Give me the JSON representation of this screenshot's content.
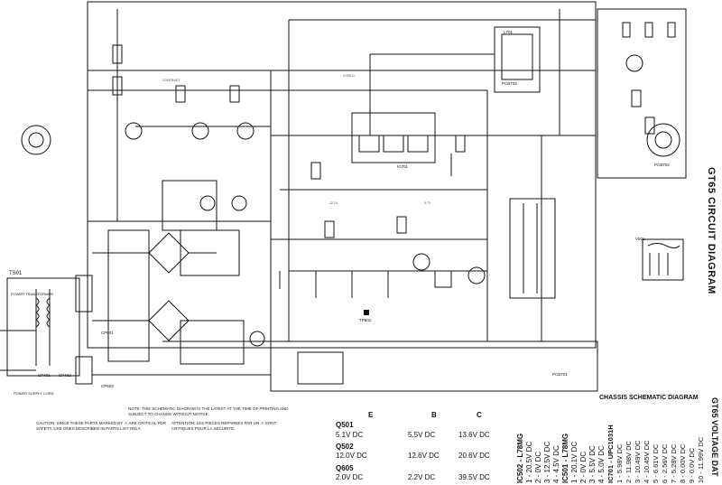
{
  "diagram": {
    "title": "GT65 CIRCUIT DIAGRAM",
    "voltage_title": "GT65 VOLTAGE DAT",
    "chassis_label": "CHASSIS SCHEMATIC DIAGRAM",
    "labels": {
      "ts01": "TS01",
      "power_transformer": "POWER TRANSFORMER",
      "cp401": "CP401",
      "cp402": "CP402",
      "cp501": "CP501",
      "cp503": "CP503",
      "tp501": "TP501",
      "ic701": "IC701",
      "ic501": "IC501",
      "ic502": "IC502",
      "l701": "L701",
      "pcb703": "PCB703",
      "pcb702": "PCB702",
      "pcb701": "PCB701",
      "v501": "V501",
      "power_cord": "POWER SUPPLY CORD"
    },
    "notes": {
      "note1": "NOTE: THIS SCHEMATIC DIAGRAM IS THE LATEST AT THE TIME OF PRINTING AND SUBJECT TO CHANGE WITHOUT NOTICE.",
      "caution": "CAUTION: SINCE THESE PARTS MARKED BY ⚠ ARE CRITICAL FOR SAFETY, USE ONES DESCRIBED IN PARTS LIST ONLY.",
      "attention": "ATTENTION: LES PIECES REPAREES PAR UN ⚠ SONT CRITIQUES POUR LA SECURITE."
    }
  },
  "voltage_table": {
    "columns": [
      "E",
      "B",
      "C"
    ],
    "rows": [
      {
        "name": "Q501",
        "values": [
          "5.1V DC",
          "5.5V DC",
          "13.6V DC"
        ]
      },
      {
        "name": "Q502",
        "values": [
          "12.0V DC",
          "12.6V DC",
          "20.6V DC"
        ]
      },
      {
        "name": "Q605",
        "values": [
          "2.0V DC",
          "2.2V DC",
          "39.5V DC"
        ]
      }
    ]
  },
  "ic502_list": {
    "title": "IC502 - L78MG",
    "items": [
      "1 - 20.5V DC",
      "2 - 0V DC",
      "3 - 12.5V DC",
      "4 - 4.5V DC"
    ]
  },
  "ic501_list": {
    "title": "IC501 - L78MG",
    "items": [
      "1 - 20.1V DC",
      "2 - 0V DC",
      "3 - 5.5V DC",
      "4 - 5.0V DC"
    ]
  },
  "ic701_list": {
    "title": "IC701 - UPC1031H",
    "items": [
      "1 - 5.98V DC",
      "2 - 11.98V DC",
      "3 - 10.49V DC",
      "4 - 10.45V DC",
      "5 - 6.61V DC",
      "6 - 2.56V DC",
      "7 - 5.28V DC",
      "8 - 0.00V DC",
      "9 - 0.0V DC",
      "10 - 11.99V DC"
    ]
  }
}
